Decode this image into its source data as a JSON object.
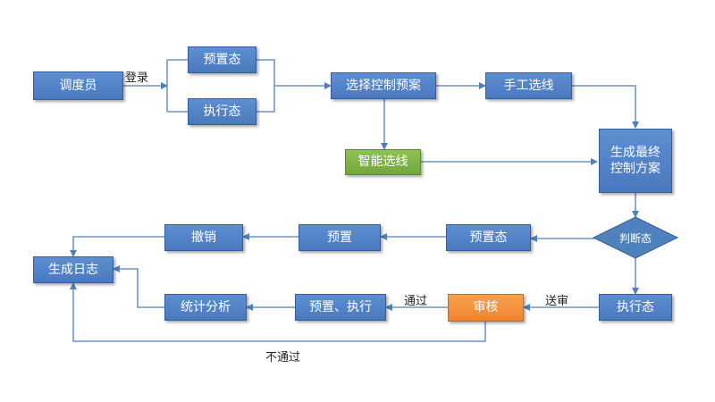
{
  "nodes": {
    "dispatcher": "调度员",
    "preset_state_top": "预置态",
    "exec_state_top": "执行态",
    "select_plan": "选择控制预案",
    "manual_route": "手工选线",
    "smart_route": "智能选线",
    "final_plan": "生成最终控制方案",
    "judge_state": "判断态",
    "preset_state_mid": "预置态",
    "preset": "预置",
    "revoke": "撤销",
    "gen_log": "生成日志",
    "stats": "统计分析",
    "preset_exec": "预置、执行",
    "audit": "审核",
    "exec_state_bottom": "执行态"
  },
  "edge_labels": {
    "login": "登录",
    "pass": "通过",
    "send_audit": "送审",
    "not_pass": "不通过"
  },
  "colors": {
    "node_blue": "#4f81bd",
    "node_green": "#7fb24a",
    "node_orange": "#f79646",
    "edge": "#4f7fbf"
  }
}
